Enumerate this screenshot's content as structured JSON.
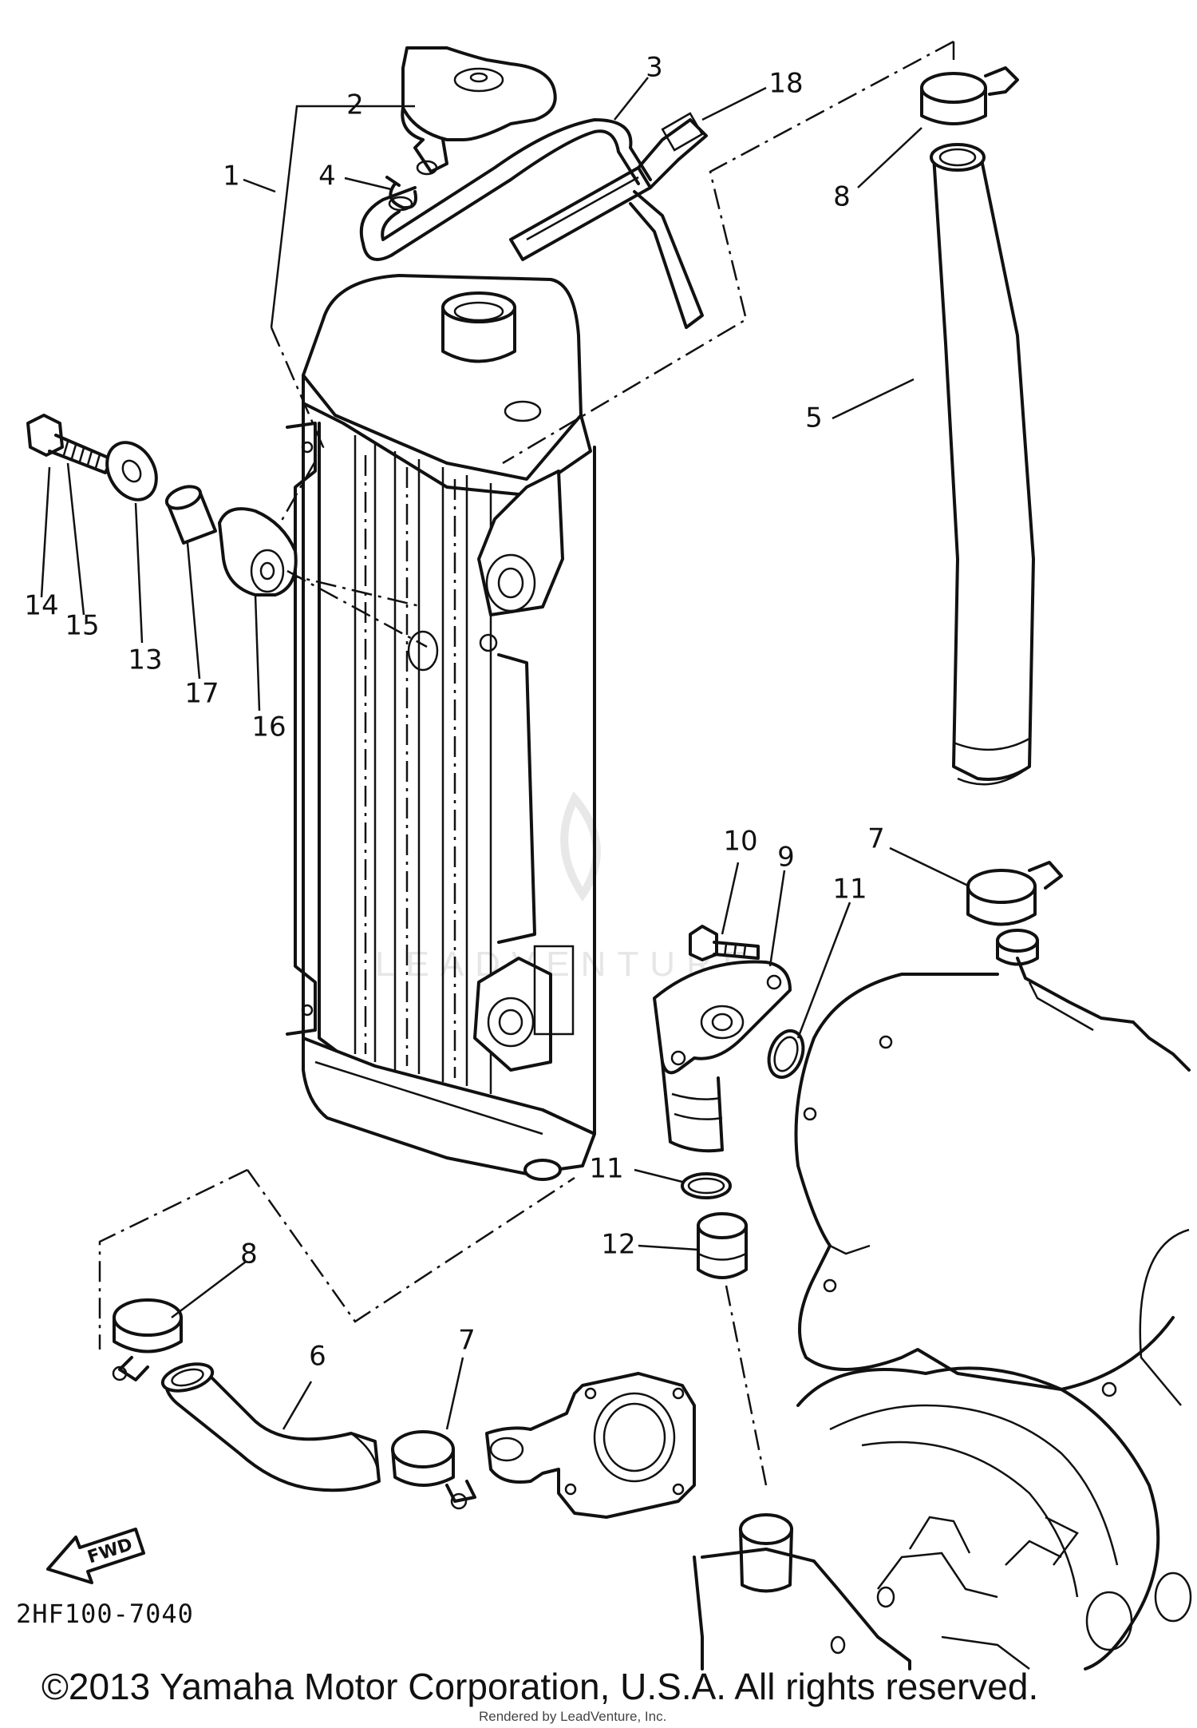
{
  "callouts": [
    {
      "id": "1",
      "text": "1"
    },
    {
      "id": "2",
      "text": "2"
    },
    {
      "id": "3",
      "text": "3"
    },
    {
      "id": "4",
      "text": "4"
    },
    {
      "id": "5",
      "text": "5"
    },
    {
      "id": "6",
      "text": "6"
    },
    {
      "id": "7a",
      "text": "7"
    },
    {
      "id": "7b",
      "text": "7"
    },
    {
      "id": "8a",
      "text": "8"
    },
    {
      "id": "8b",
      "text": "8"
    },
    {
      "id": "9",
      "text": "9"
    },
    {
      "id": "10",
      "text": "10"
    },
    {
      "id": "11a",
      "text": "11"
    },
    {
      "id": "11b",
      "text": "11"
    },
    {
      "id": "12",
      "text": "12"
    },
    {
      "id": "13",
      "text": "13"
    },
    {
      "id": "14",
      "text": "14"
    },
    {
      "id": "15",
      "text": "15"
    },
    {
      "id": "16",
      "text": "16"
    },
    {
      "id": "17",
      "text": "17"
    },
    {
      "id": "18",
      "text": "18"
    }
  ],
  "diagram_code": "2HF100-7040",
  "direction_label": "FWD",
  "watermark": "LEADVENTURE",
  "copyright": "©2013 Yamaha Motor Corporation, U.S.A. All rights reserved.",
  "rendered_by": "Rendered by LeadVenture, Inc."
}
